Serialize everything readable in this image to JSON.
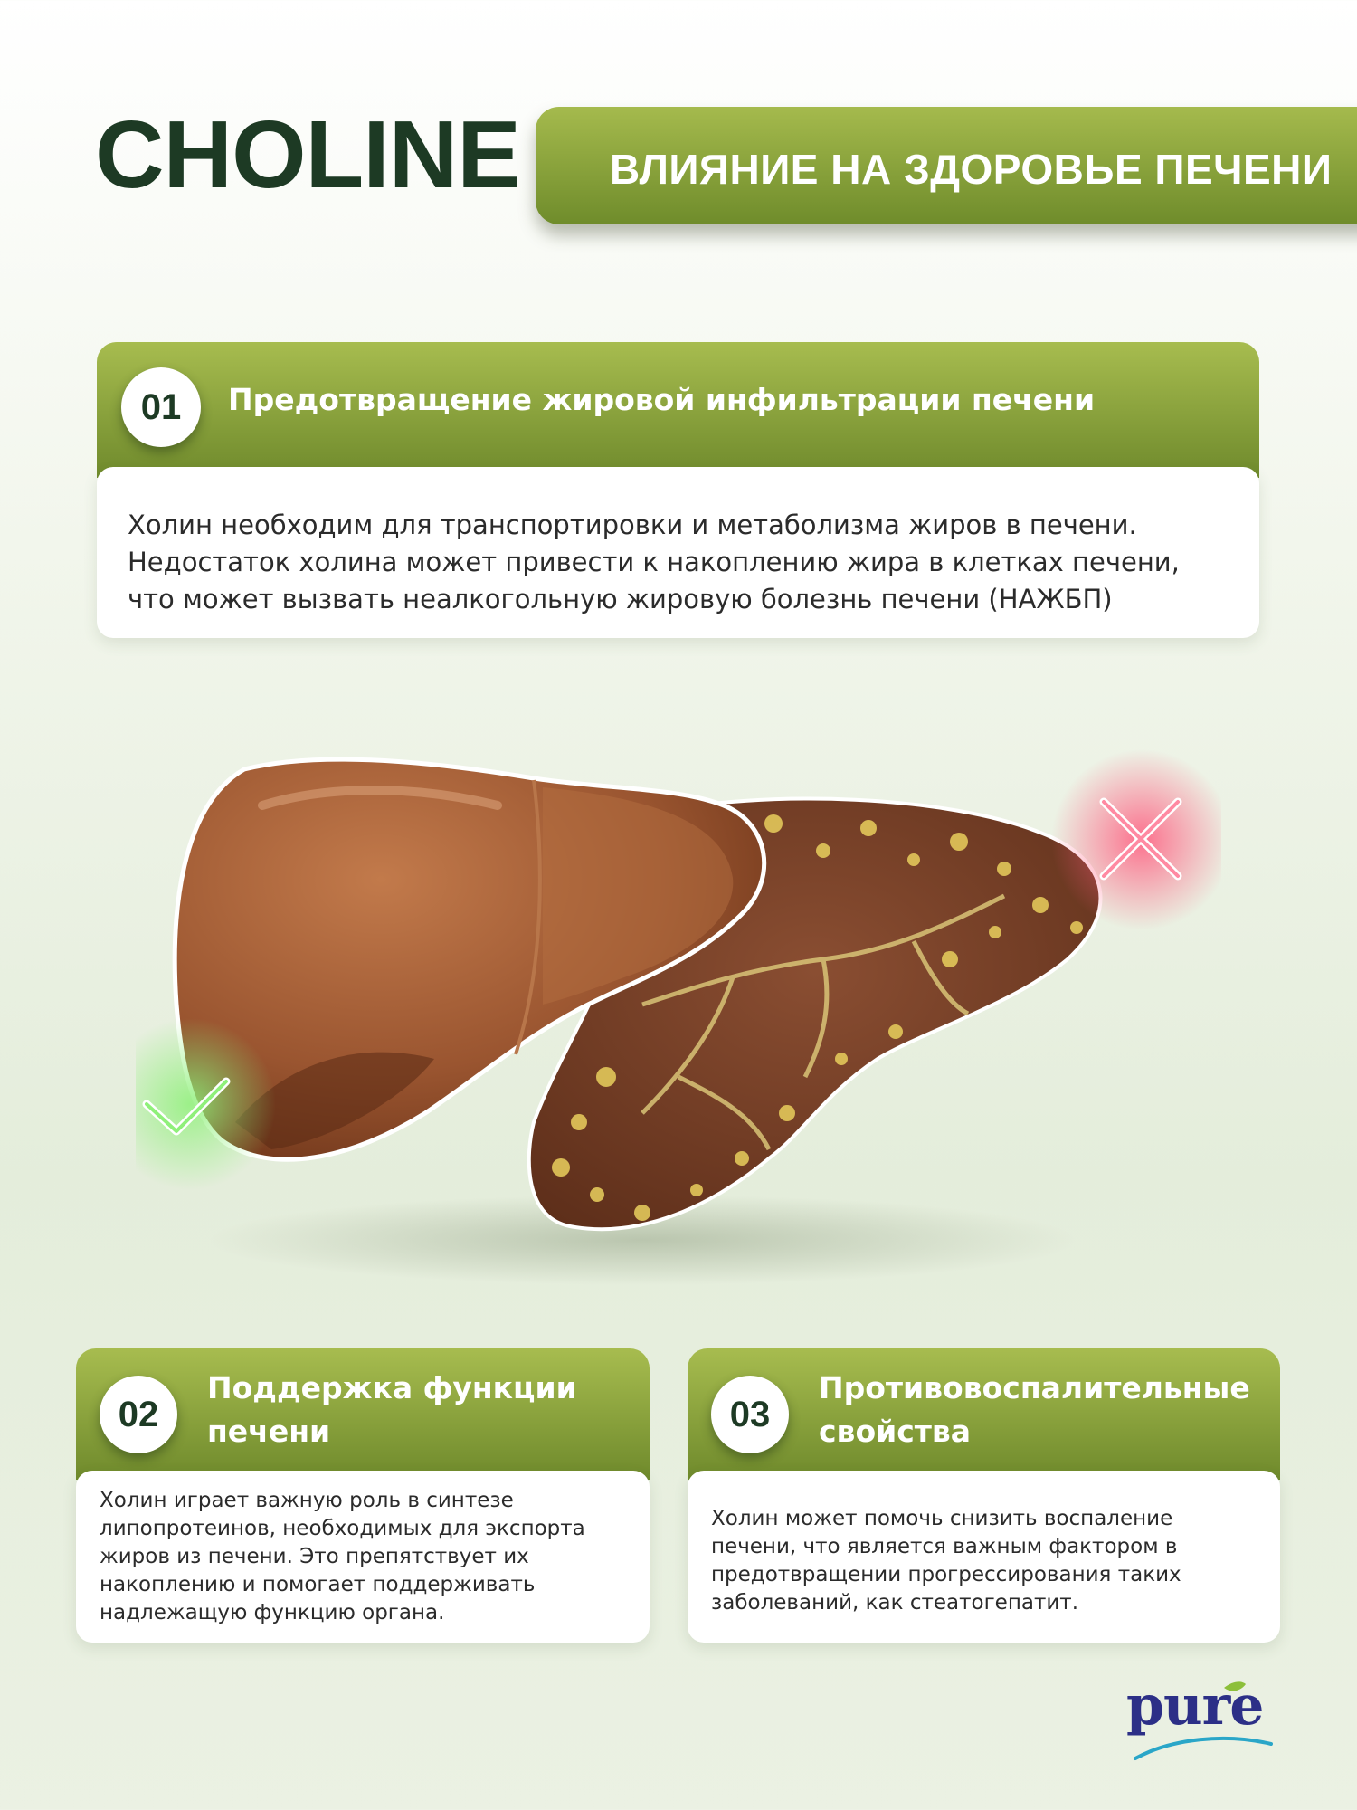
{
  "header": {
    "brand": "CHOLINE",
    "banner": "ВЛИЯНИЕ НА ЗДОРОВЬЕ ПЕЧЕНИ"
  },
  "cards": [
    {
      "number": "01",
      "title": "Предотвращение жировой инфильтрации печени",
      "text": "Холин необходим для транспортировки и метаболизма жиров в печени. Недостаток холина может привести к накоплению жира в клетках печени, что может вызвать неалкогольную жировую болезнь печени (НАЖБП)"
    },
    {
      "number": "02",
      "title": "Поддержка функции печени",
      "text": "Холин играет важную роль в синтезе липопротеинов, необходимых для экспорта жиров из печени. Это препятствует их накоплению и помогает поддерживать надлежащую функцию органа."
    },
    {
      "number": "03",
      "title": "Противовоспалительные свойства",
      "text": "Холин может помочь снизить воспаление печени, что является важным фактором в предотвращении прогрессирования таких заболеваний, как стеатогепатит."
    }
  ],
  "illustration": {
    "healthy_icon": "check-icon",
    "fatty_icon": "cross-icon",
    "colors": {
      "check": "#6fdc5a",
      "cross": "#ff6b86",
      "liver": "#8a4a26",
      "fat": "#e2c75a"
    }
  },
  "logo": {
    "text": "pure",
    "colors": {
      "text": "#2c2f87",
      "leaf": "#8cbf3a",
      "swoosh": "#2aa6c8"
    }
  }
}
